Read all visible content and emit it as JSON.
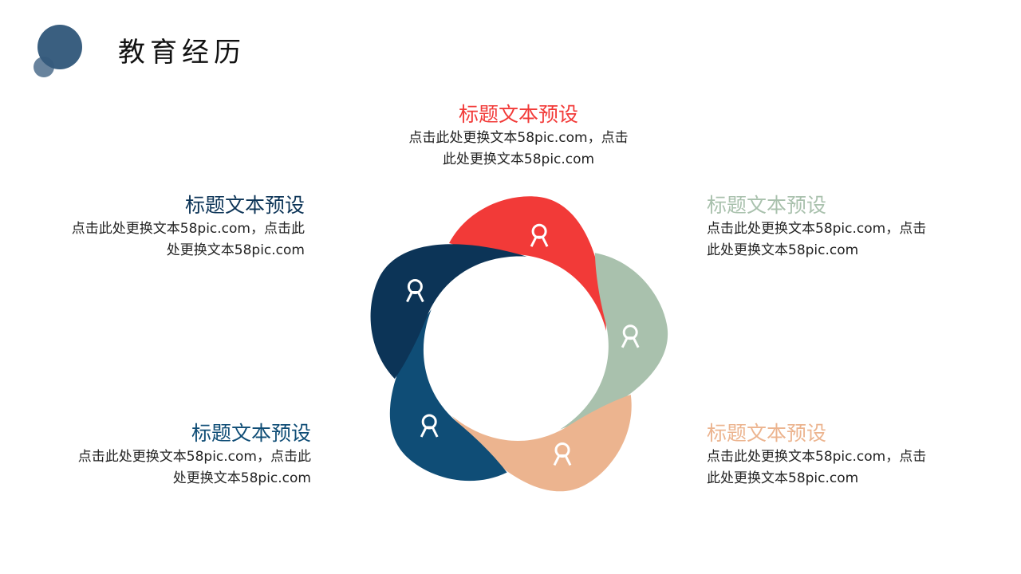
{
  "page_title": "教育经历",
  "colors": {
    "red": "#f23a38",
    "sage": "#a9c1ad",
    "peach": "#ecb48f",
    "blue": "#0f4d76",
    "navy": "#0c3457"
  },
  "items": [
    {
      "title": "标题文本预设",
      "body": "点击此处更换文本58pic.com，点击此处更换文本58pic.com",
      "icon": "team-growth-icon"
    },
    {
      "title": "标题文本预设",
      "body": "点击此处更换文本58pic.com，点击此处更换文本58pic.com",
      "icon": "search-person-icon"
    },
    {
      "title": "标题文本预设",
      "body": "点击此处更换文本58pic.com，点击此处更换文本58pic.com",
      "icon": "gears-team-icon"
    },
    {
      "title": "标题文本预设",
      "body": "点击此处更换文本58pic.com，点击此处更换文本58pic.com",
      "icon": "money-bag-icon"
    },
    {
      "title": "标题文本预设",
      "body": "点击此处更换文本58pic.com，点击此处更换文本58pic.com",
      "icon": "idea-bulb-icon"
    }
  ]
}
